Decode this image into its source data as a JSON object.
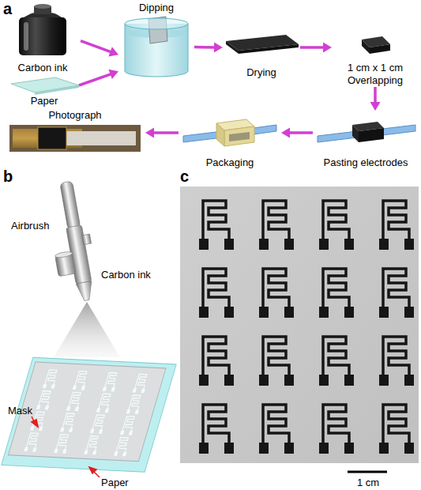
{
  "diagram": {
    "nodes": [
      {
        "text": [
          "Carbon ink"
        ]
      },
      {
        "text": [
          "Paper"
        ]
      },
      {
        "text": [
          "Dipping"
        ]
      },
      {
        "text": [
          "Drying"
        ]
      },
      {
        "text": [
          "1 cm x 1 cm Overlapping"
        ]
      },
      {
        "text": [
          "Pasting electrodes"
        ]
      },
      {
        "text": [
          "Packaging"
        ]
      },
      {
        "text": [
          "Photograph"
        ]
      }
    ],
    "edges": [
      {
        "from": 0,
        "to": 2,
        "arrow": "to"
      },
      {
        "from": 1,
        "to": 2,
        "arrow": "to"
      },
      {
        "from": 2,
        "to": 3,
        "arrow": "to"
      },
      {
        "from": 3,
        "to": 4,
        "arrow": "to"
      },
      {
        "from": 4,
        "to": 5,
        "arrow": "to"
      },
      {
        "from": 5,
        "to": 6,
        "arrow": "to"
      },
      {
        "from": 6,
        "to": 7,
        "arrow": "to"
      }
    ],
    "labels": [
      "a",
      "b",
      "Airbrush",
      "Carbon ink",
      "Mask",
      "Paper",
      "c",
      "1 cm"
    ]
  }
}
